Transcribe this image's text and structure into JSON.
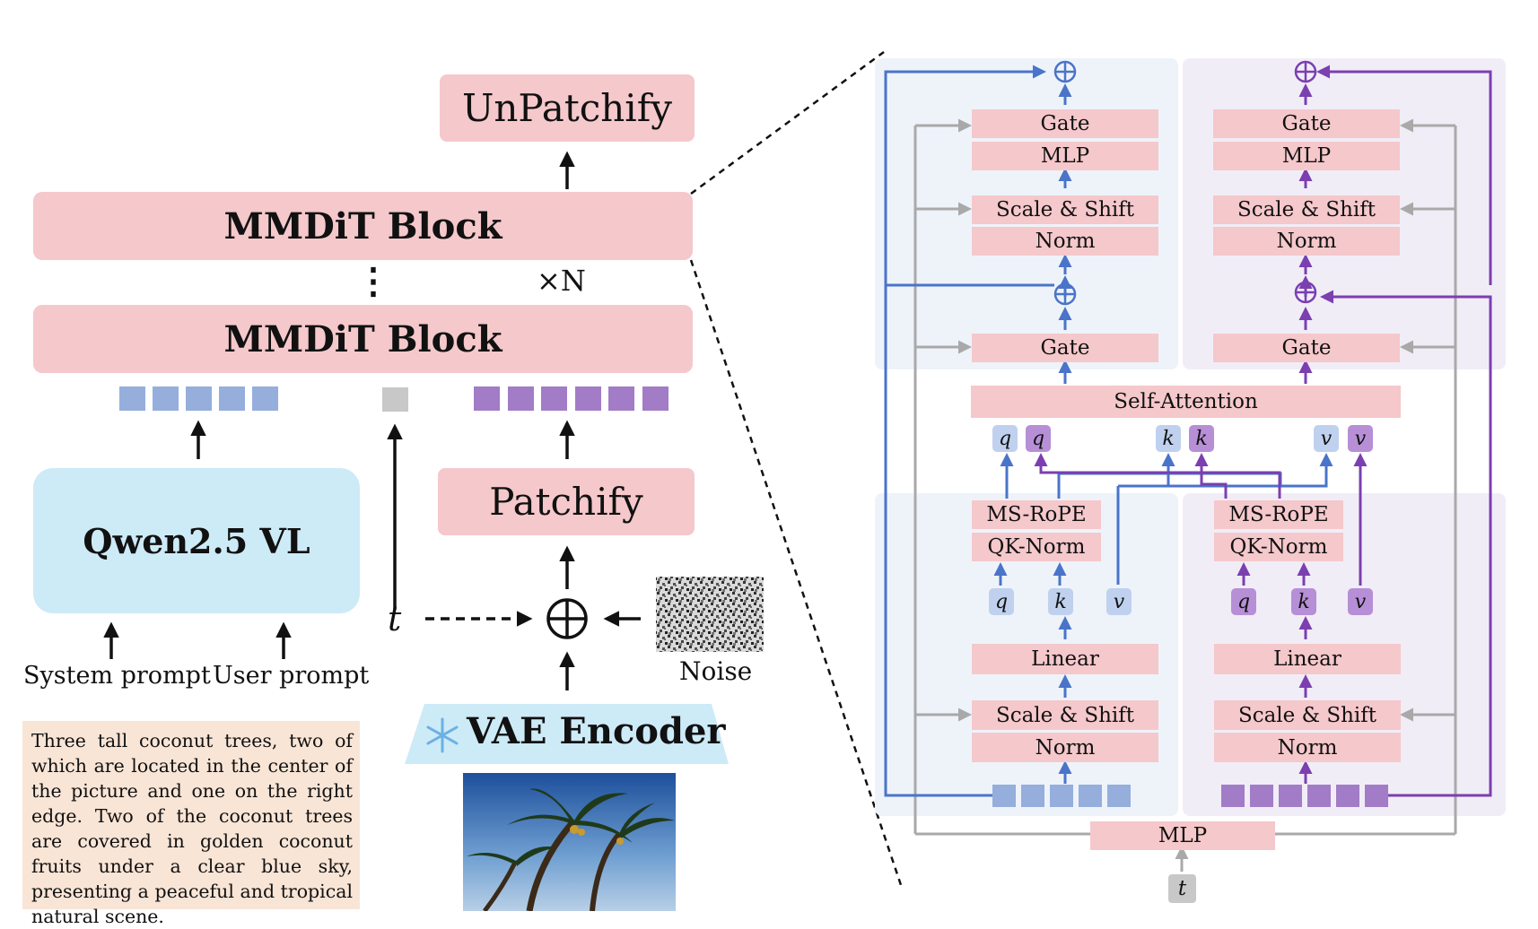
{
  "left": {
    "unpatchify": "UnPatchify",
    "mmdit_top": "MMDiT Block",
    "mmdit_bottom": "MMDiT Block",
    "ellipsis": "⋮",
    "repeat": "×N",
    "qwen": "Qwen2.5 VL",
    "patchify": "Patchify",
    "t_label": "t",
    "noise_label": "Noise",
    "vae": "VAE Encoder",
    "system_prompt": "System prompt",
    "user_prompt": "User prompt",
    "prompt_text": "Three tall coconut trees, two of which are located in the center of the picture and one on the right edge. Two of the coconut trees are covered in golden coconut fruits under a clear blue sky, presenting a peaceful and tropical natural scene."
  },
  "right": {
    "gate": "Gate",
    "mlp": "MLP",
    "scale_shift": "Scale & Shift",
    "norm": "Norm",
    "self_attention": "Self-Attention",
    "ms_rope": "MS-RoPE",
    "qk_norm": "QK-Norm",
    "linear": "Linear",
    "q": "q",
    "k": "k",
    "v": "v",
    "bottom_mlp": "MLP",
    "t_input": "t"
  },
  "colors": {
    "text_stream": "#4a74c9",
    "image_stream": "#7b3fb0",
    "block_pink": "#f5c8cb",
    "qwen_bg": "#cdeaf7",
    "text_token": "#95aedc",
    "image_token": "#a27cc6"
  }
}
